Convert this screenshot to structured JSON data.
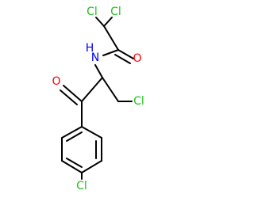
{
  "molecule": {
    "atoms": {
      "cl_top_left": {
        "text": "Cl",
        "color": "#1fbf1f"
      },
      "cl_top_right": {
        "text": "Cl",
        "color": "#1fbf1f"
      },
      "n_amide": {
        "text": "N",
        "color": "#0000ff"
      },
      "h_amide": {
        "text": "H",
        "color": "#0000ff"
      },
      "o_amide": {
        "text": "O",
        "color": "#ff0000"
      },
      "o_ketone": {
        "text": "O",
        "color": "#ff0000"
      },
      "cl_side_chain": {
        "text": "Cl",
        "color": "#1fbf1f"
      },
      "cl_ring": {
        "text": "Cl",
        "color": "#1fbf1f"
      }
    },
    "bond_color": "#000000",
    "background": "#ffffff"
  }
}
